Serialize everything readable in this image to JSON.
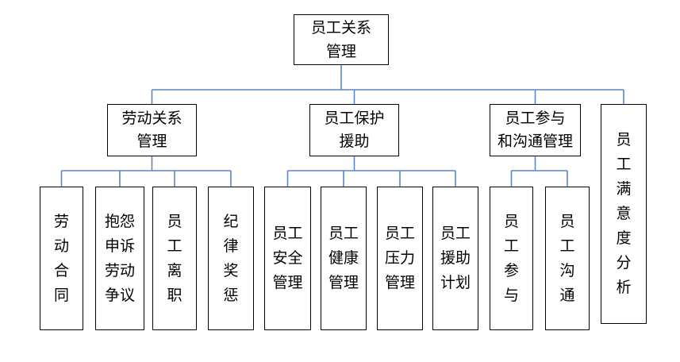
{
  "root": {
    "lines": [
      "员工关系",
      "管理"
    ]
  },
  "categories": [
    {
      "lines": [
        "劳动关系",
        "管理"
      ],
      "children": [
        {
          "lines": [
            "劳",
            "动",
            "合",
            "同"
          ]
        },
        {
          "lines": [
            "抱怨",
            "申诉",
            "劳动",
            "争议"
          ]
        },
        {
          "lines": [
            "员",
            "工",
            "离",
            "职"
          ]
        },
        {
          "lines": [
            "纪",
            "律",
            "奖",
            "惩"
          ]
        }
      ]
    },
    {
      "lines": [
        "员工保护",
        "援助"
      ],
      "children": [
        {
          "lines": [
            "员工",
            "安全",
            "管理"
          ]
        },
        {
          "lines": [
            "员工",
            "健康",
            "管理"
          ]
        },
        {
          "lines": [
            "员工",
            "压力",
            "管理"
          ]
        },
        {
          "lines": [
            "员工",
            "援助",
            "计划"
          ]
        }
      ]
    },
    {
      "lines": [
        "员工参与",
        "和沟通管理"
      ],
      "children": [
        {
          "lines": [
            "员",
            "工",
            "参",
            "与"
          ]
        },
        {
          "lines": [
            "员",
            "工",
            "沟",
            "通"
          ]
        }
      ]
    },
    {
      "lines": [
        "员",
        "工",
        "满",
        "意",
        "度",
        "分",
        "析"
      ],
      "children": []
    }
  ],
  "colors": {
    "connector": "#5b87c6",
    "border": "#000000",
    "text": "#000000",
    "background": "#ffffff"
  }
}
